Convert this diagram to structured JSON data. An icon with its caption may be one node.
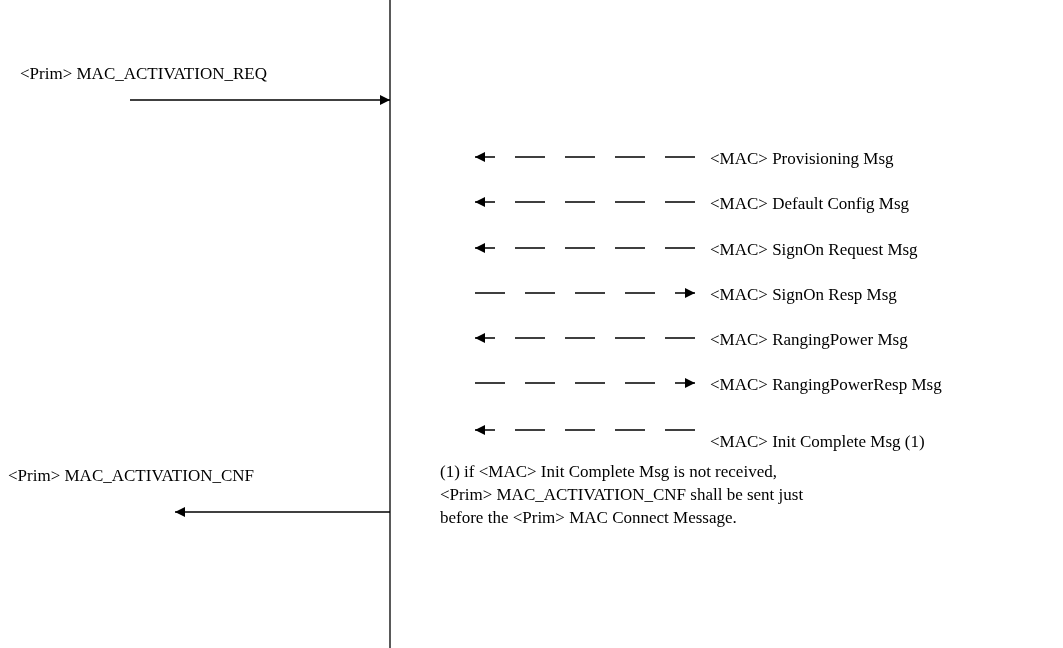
{
  "diagram": {
    "nodes": [
      {
        "text": [],
        "shape": "bar"
      },
      {
        "text": [
          "<MAC> Provisioning Msg"
        ]
      },
      {
        "text": [
          "<MAC> Default Config Msg"
        ]
      },
      {
        "text": [
          "<MAC> SignOn Request Msg"
        ]
      },
      {
        "text": [
          "<MAC> SignOn Resp Msg"
        ]
      },
      {
        "text": [
          "<MAC> RangingPower Msg"
        ]
      },
      {
        "text": [
          "<MAC> RangingPowerResp Msg"
        ]
      },
      {
        "text": [
          "<MAC> Init Complete Msg (1)"
        ]
      }
    ],
    "edges": [
      {
        "from": null,
        "to": 0,
        "arrow": "to",
        "label": "<Prim> MAC_ACTIVATION_REQ"
      },
      {
        "from": 1,
        "to": null,
        "arrow": "to",
        "style": "dashed"
      },
      {
        "from": 2,
        "to": null,
        "arrow": "to",
        "style": "dashed"
      },
      {
        "from": 3,
        "to": null,
        "arrow": "to",
        "style": "dashed"
      },
      {
        "from": null,
        "to": 4,
        "arrow": "to",
        "style": "dashed"
      },
      {
        "from": 5,
        "to": null,
        "arrow": "to",
        "style": "dashed"
      },
      {
        "from": null,
        "to": 6,
        "arrow": "to",
        "style": "dashed"
      },
      {
        "from": 7,
        "to": null,
        "arrow": "to",
        "style": "dashed"
      },
      {
        "from": 0,
        "to": null,
        "arrow": "to",
        "label": "<Prim> MAC_ACTIVATION_CNF"
      }
    ],
    "labels": [
      "(1) if <MAC> Init Complete Msg is not received, <Prim> MAC_ACTIVATION_CNF shall be sent just before the <Prim> MAC Connect Message."
    ]
  }
}
